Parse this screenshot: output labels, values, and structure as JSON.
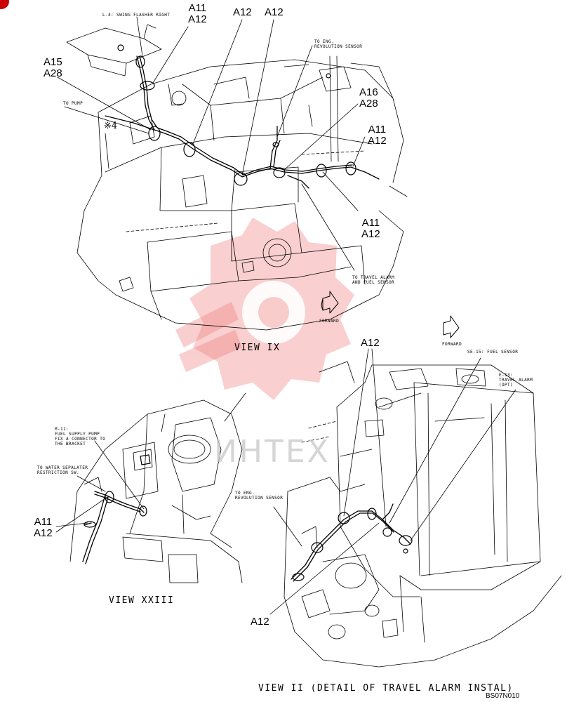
{
  "callouts": {
    "c1": "A11\nA12",
    "c2": "A12",
    "c3": "A12",
    "c4": "A15\nA28",
    "c5": "A16\nA28",
    "c6": "A11\nA12",
    "c7": "A11\nA12",
    "c8": "A12",
    "c9": "A11\nA12",
    "c10": "A12"
  },
  "notes": {
    "swing_flasher": "L-4: SWING FLASHER RIGHT",
    "to_eng_rev_1": "TO ENG.\nREVOLUTION SENSOR",
    "to_pump": "TO PUMP",
    "to_travel_alarm": "TO TRAVEL ALARM\nAND FUEL SENSOR",
    "forward_1": "FORWARD",
    "forward_2": "FORWARD",
    "fuel_sensor": "SE-15: FUEL SENSOR",
    "travel_alarm_opt": "E-13:\nTRAVEL ALARM\n(OPT)",
    "fuel_supply_pump": "M-11:\nFUEL SUPPLY PUMP\nFIX A CONNECTOR TO\nTHE BRACKET",
    "water_separater": "TO WATER SEPALATER\nRESTRICTION SW.",
    "to_eng_rev_2": "TO ENG.\nREVOLUTION SENSOR"
  },
  "view_titles": {
    "view_ix": "VIEW IX",
    "view_xxiii": "VIEW XXIII",
    "view_ii": "VIEW II (DETAIL OF TRAVEL ALARM INSTAL)"
  },
  "marker_x4": "※4",
  "drawing_number": "BS07N010",
  "watermark_text": "ИНТЕХ",
  "colors": {
    "line": "#000000",
    "watermark": "#f08080",
    "corner_badge": "#cc0000"
  }
}
